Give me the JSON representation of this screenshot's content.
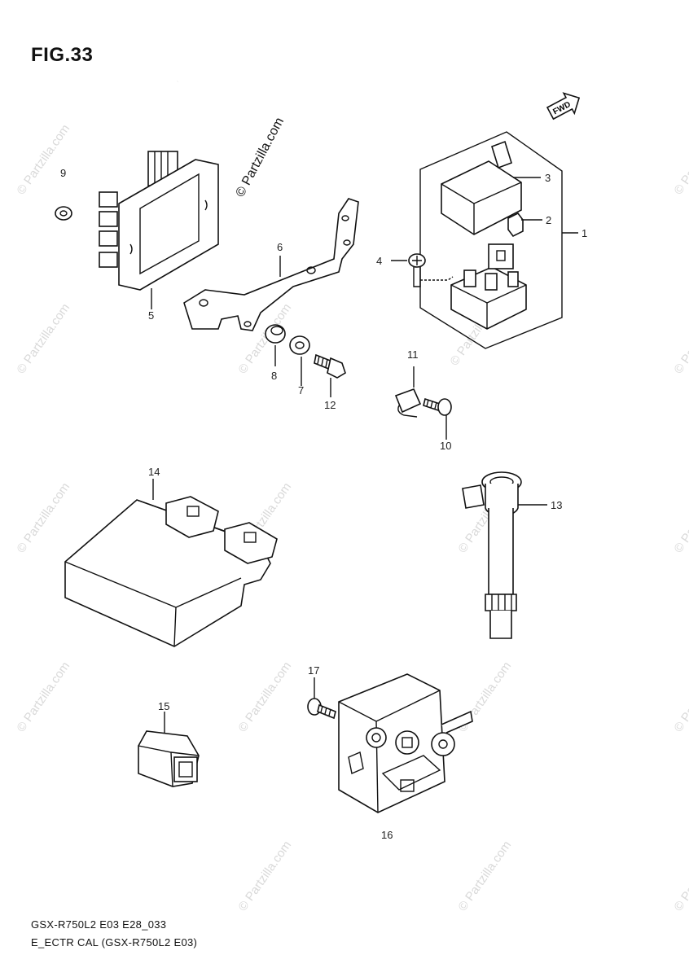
{
  "figure_label": "FIG.33",
  "watermark": "© Partzilla.com",
  "fwd_label": "FWD",
  "footer": {
    "model_code": "GSX-R750L2 E03 E28_033",
    "section_title": "E_ECTR CAL (GSX-R750L2 E03)"
  },
  "callouts": [
    {
      "id": "1",
      "label": "1"
    },
    {
      "id": "2",
      "label": "2"
    },
    {
      "id": "3",
      "label": "3"
    },
    {
      "id": "4",
      "label": "4"
    },
    {
      "id": "5",
      "label": "5"
    },
    {
      "id": "6",
      "label": "6"
    },
    {
      "id": "7",
      "label": "7"
    },
    {
      "id": "8",
      "label": "8"
    },
    {
      "id": "9",
      "label": "9"
    },
    {
      "id": "10",
      "label": "10"
    },
    {
      "id": "11",
      "label": "11"
    },
    {
      "id": "12",
      "label": "12"
    },
    {
      "id": "13",
      "label": "13"
    },
    {
      "id": "14",
      "label": "14"
    },
    {
      "id": "15",
      "label": "15"
    },
    {
      "id": "16",
      "label": "16"
    },
    {
      "id": "17",
      "label": "17"
    }
  ]
}
